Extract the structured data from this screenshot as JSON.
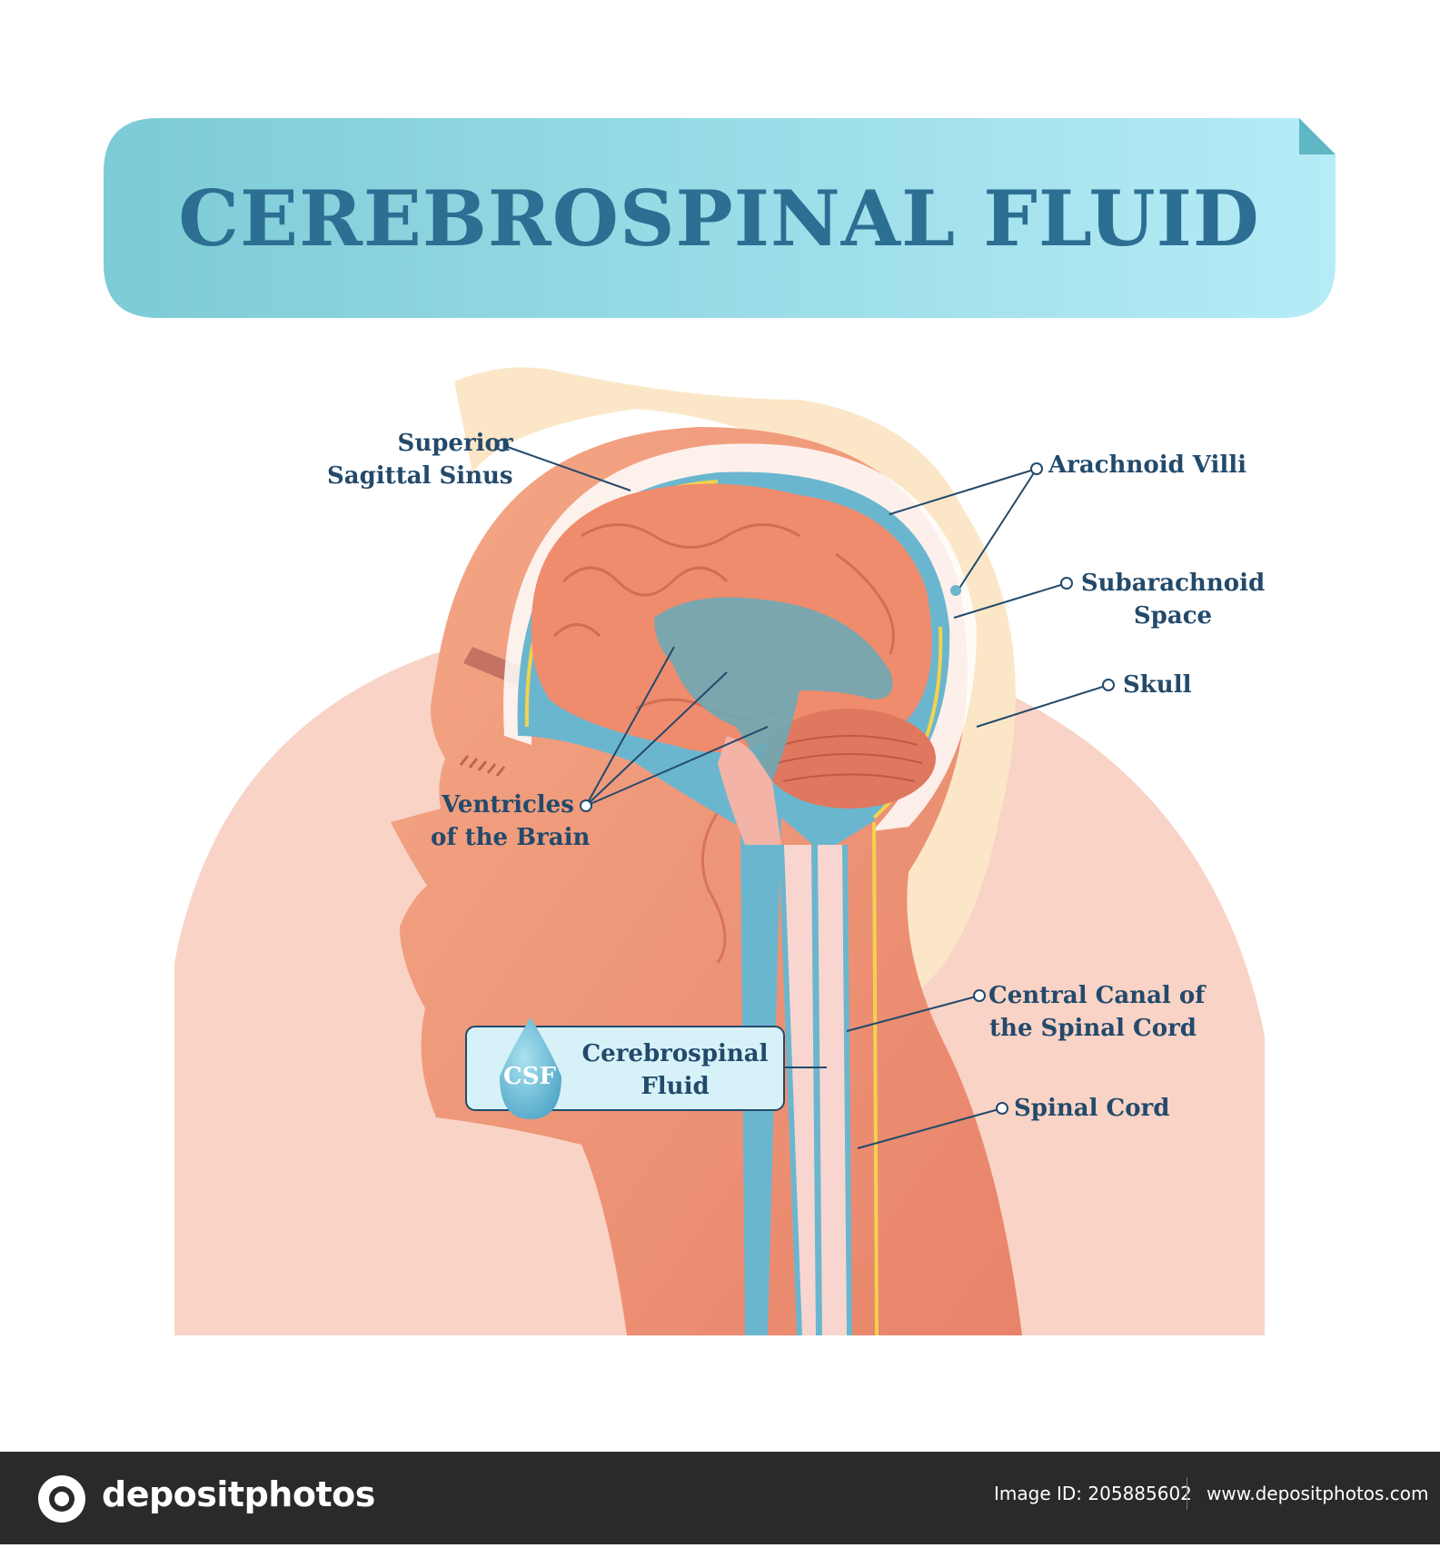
{
  "title": "CEREBROSPINAL FLUID",
  "labels": {
    "superior_sagittal_sinus": [
      "Superior",
      "Sagittal Sinus"
    ],
    "arachnoid_villi": "Arachnoid Villi",
    "subarachnoid_space": [
      "Subarachnoid",
      "Space"
    ],
    "skull": "Skull",
    "ventricles": [
      "Ventricles",
      "of the Brain"
    ],
    "central_canal": [
      "Central Canal of",
      "the Spinal Cord"
    ],
    "spinal_cord": "Spinal Cord"
  },
  "legend": {
    "drop_text": "CSF",
    "text": [
      "Cerebrospinal",
      "Fluid"
    ]
  },
  "footer": {
    "brand": "depositphotos",
    "image_id": "Image ID: 205885602",
    "url": "www.depositphotos.com"
  },
  "colors": {
    "title_band": "#8fd3de",
    "title_text": "#2d6f92",
    "label_text": "#234a6b",
    "csf": "#6bb6cf",
    "brain": "#ef8c6e",
    "head": "#f0a282",
    "background_circle": "#f9d3c6",
    "footer": "#2a2a2a"
  }
}
